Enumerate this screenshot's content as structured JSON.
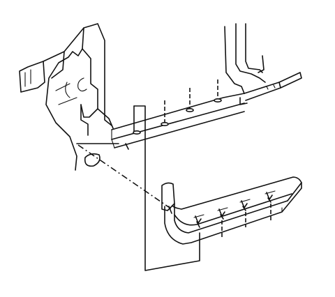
{
  "figure": {
    "kind": "exploded view line drawing",
    "parts": [
      "body-structure",
      "rocker-panel-trim",
      "retaining-clips"
    ],
    "colors": {
      "line": "#111111",
      "background": "#ffffff"
    }
  }
}
